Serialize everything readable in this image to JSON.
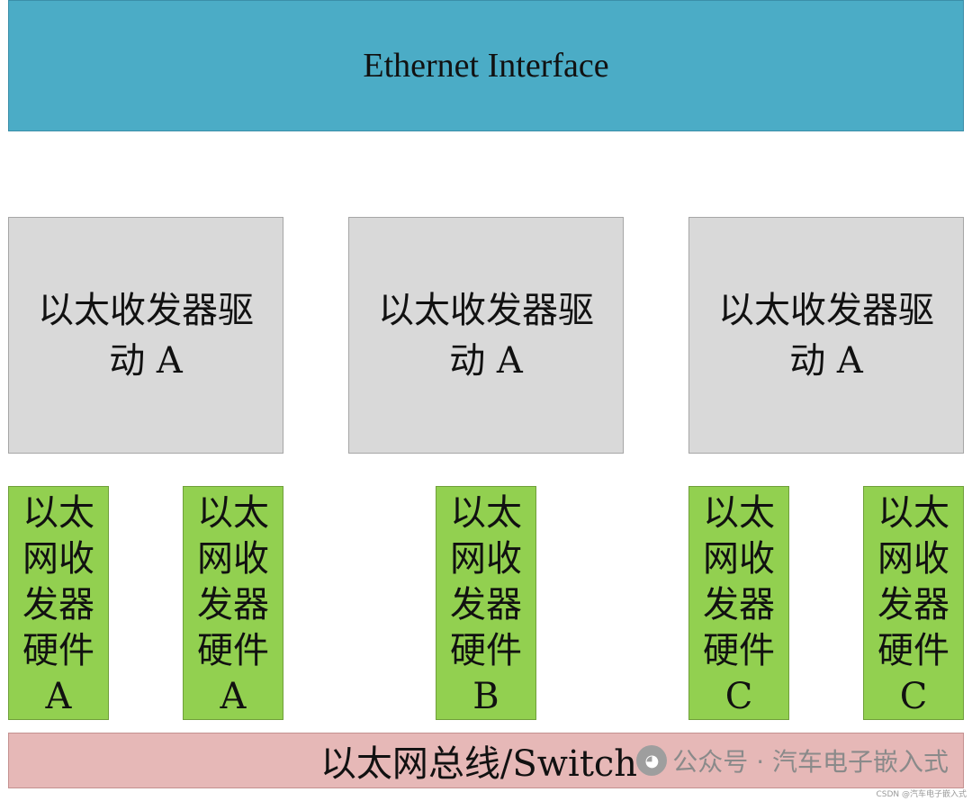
{
  "top_box": {
    "label": "Ethernet Interface"
  },
  "drivers": [
    {
      "label": "以太收发器驱动 A"
    },
    {
      "label": "以太收发器驱动 A"
    },
    {
      "label": "以太收发器驱动 A"
    }
  ],
  "hardware": [
    {
      "label": "以太网收发器硬件A"
    },
    {
      "label": "以太网收发器硬件A"
    },
    {
      "label": "以太网收发器硬件B"
    },
    {
      "label": "以太网收发器硬件C"
    },
    {
      "label": "以太网收发器硬件C"
    }
  ],
  "bus": {
    "label": "以太网总线/Switch"
  },
  "watermark": {
    "text": "公众号 · 汽车电子嵌入式",
    "small": "CSDN @汽车电子嵌入式"
  },
  "colors": {
    "interface": "#4bacc6",
    "driver": "#d9d9d9",
    "hardware": "#92d050",
    "bus": "#e6b8b7"
  }
}
